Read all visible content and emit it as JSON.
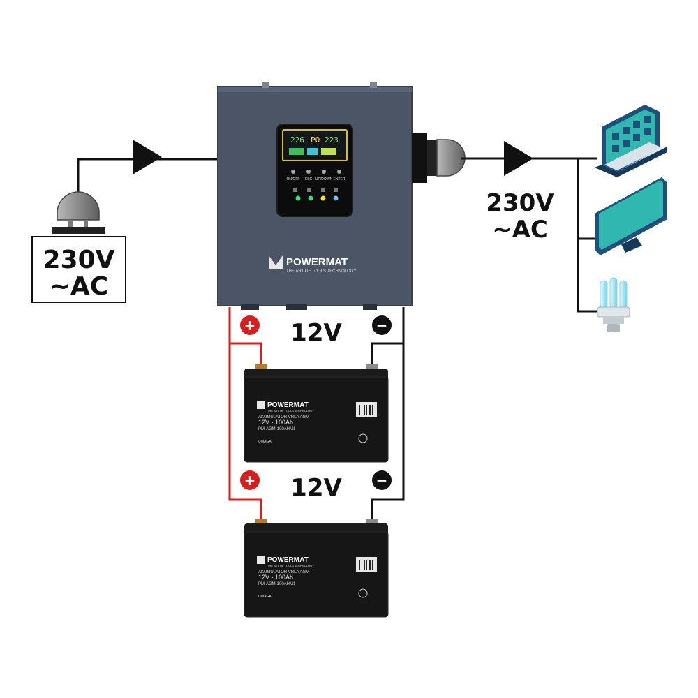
{
  "input": {
    "voltage": "230V",
    "type": "~AC"
  },
  "output": {
    "voltage": "230V",
    "type": "~AC"
  },
  "inverter": {
    "brand": "POWERMAT",
    "tagline": "THE ART OF TOOLS TECHNOLOGY",
    "display_left": "226",
    "display_mid": "PO",
    "display_right": "223",
    "buttons": [
      "ON/OFF",
      "ESC",
      "UP/DOWN",
      "ENTER"
    ]
  },
  "batteries": [
    {
      "voltage_label": "12V",
      "brand": "POWERMAT",
      "tagline": "THE ART OF TOOLS TECHNOLOGY",
      "type": "AKUMULATOR VRLA AGM",
      "rating": "12V - 100Ah",
      "model": "PM-AGM-100AHM1",
      "warning": "UWAGA!"
    },
    {
      "voltage_label": "12V",
      "brand": "POWERMAT",
      "tagline": "THE ART OF TOOLS TECHNOLOGY",
      "type": "AKUMULATOR VRLA AGM",
      "rating": "12V - 100Ah",
      "model": "PM-AGM-100AHM1",
      "warning": "UWAGA!"
    }
  ],
  "terminals": {
    "positive": "+",
    "negative": "−"
  },
  "colors": {
    "positive_wire": "#d61f1f",
    "negative_wire": "#111111",
    "inverter_body": "#4c5566",
    "device_teal": "#2fb7b0",
    "device_blue": "#1f4f7a"
  }
}
